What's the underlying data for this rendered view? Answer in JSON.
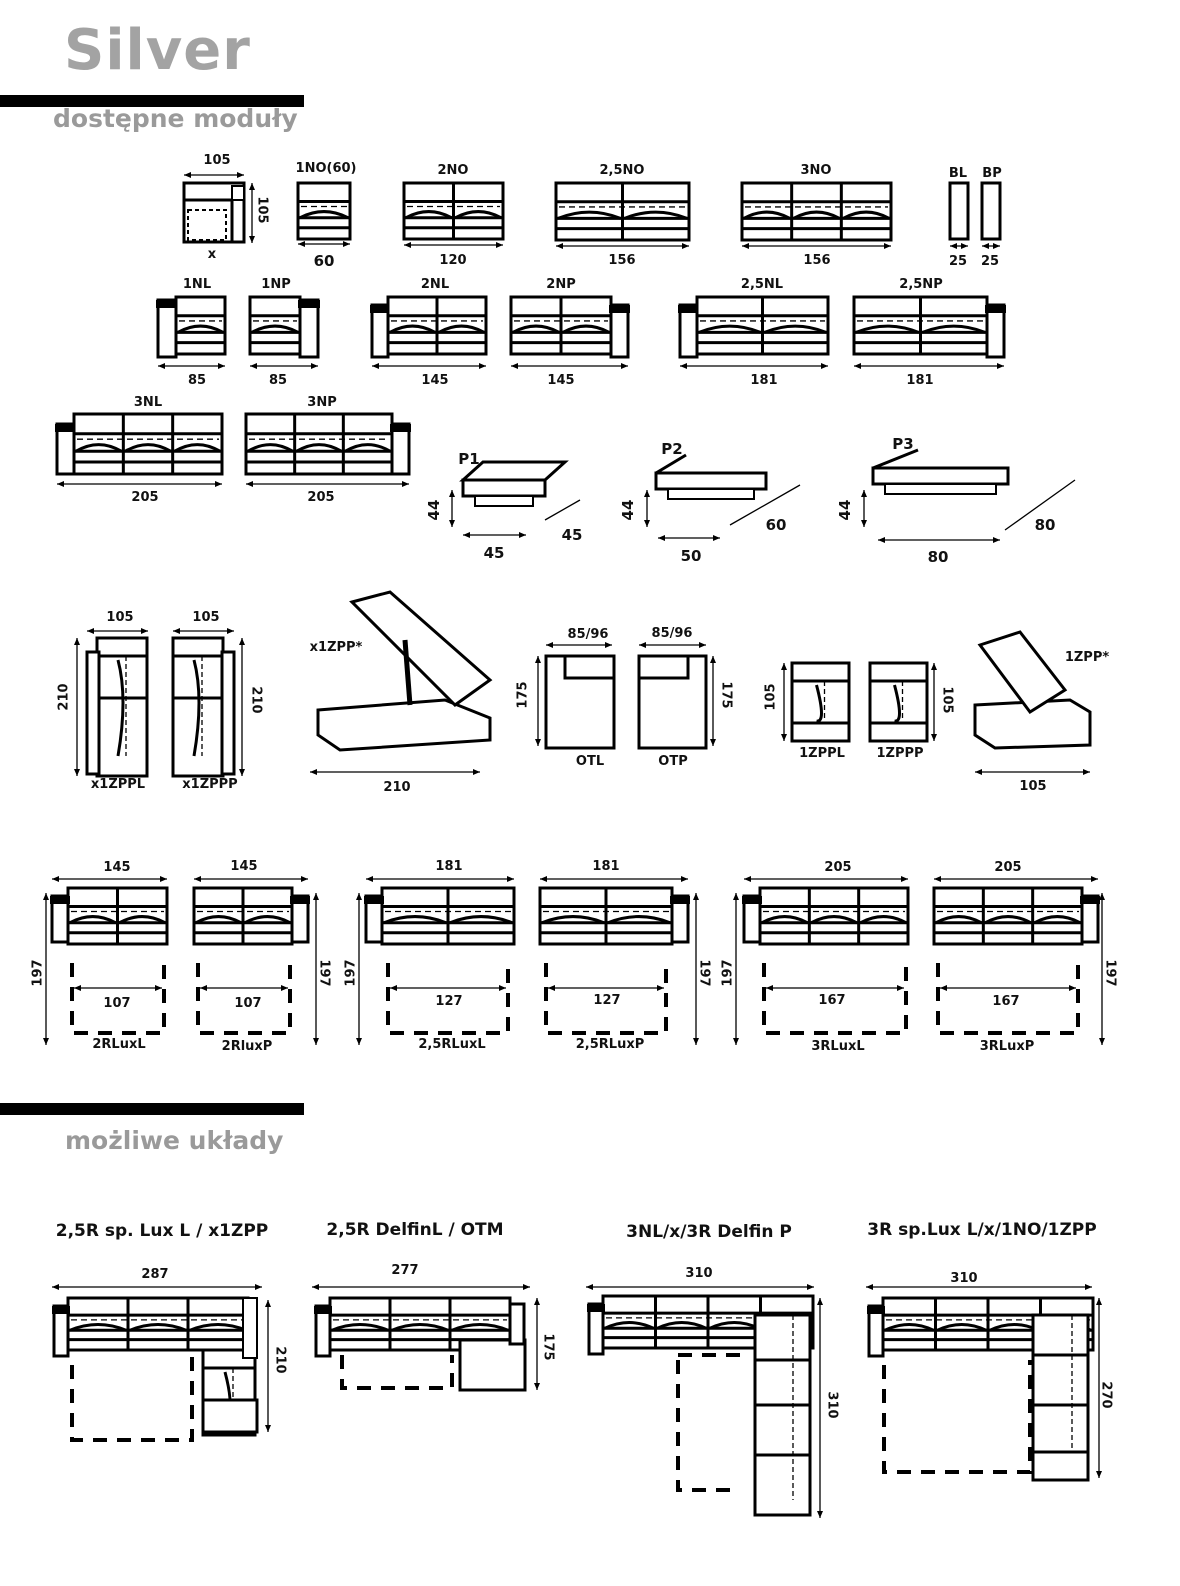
{
  "header": {
    "title": "Silver",
    "subtitle": "dostępne moduły",
    "section2": "możliwe układy"
  },
  "modules": {
    "corner": {
      "w": "105",
      "h": "105",
      "name": "x"
    },
    "n1no": {
      "name": "1NO(60)",
      "w": "60"
    },
    "n2no": {
      "name": "2NO",
      "w": "120"
    },
    "n25no": {
      "name": "2,5NO",
      "w": "156"
    },
    "n3no": {
      "name": "3NO",
      "w": "156"
    },
    "bl": {
      "name": "BL",
      "w": "25"
    },
    "bp": {
      "name": "BP",
      "w": "25"
    },
    "n1nl": {
      "name": "1NL",
      "w": "85"
    },
    "n1np": {
      "name": "1NP",
      "w": "85"
    },
    "n2nl": {
      "name": "2NL",
      "w": "145"
    },
    "n2np": {
      "name": "2NP",
      "w": "145"
    },
    "n25nl": {
      "name": "2,5NL",
      "w": "181"
    },
    "n25np": {
      "name": "2,5NP",
      "w": "181"
    },
    "n3nl": {
      "name": "3NL",
      "w": "205"
    },
    "n3np": {
      "name": "3NP",
      "w": "205"
    },
    "p1": {
      "name": "P1",
      "h": "44",
      "w": "45",
      "d": "45"
    },
    "p2": {
      "name": "P2",
      "h": "44",
      "w": "50",
      "d": "60"
    },
    "p3": {
      "name": "P3",
      "h": "44",
      "w": "80",
      "d": "80"
    },
    "x1zppl": {
      "name": "x1ZPPL",
      "w": "105",
      "h": "210"
    },
    "x1zppp": {
      "name": "x1ZPPP",
      "w": "105",
      "h": "210"
    },
    "x1zpp": {
      "name": "x1ZPP*",
      "w": "210"
    },
    "otl": {
      "name": "OTL",
      "w": "85/96",
      "h": "175"
    },
    "otp": {
      "name": "OTP",
      "w": "85/96",
      "h": "175"
    },
    "zppl": {
      "name": "1ZPPL",
      "h": "105"
    },
    "zppp": {
      "name": "1ZPPP",
      "h": "105"
    },
    "zpp": {
      "name": "1ZPP*",
      "w": "105"
    },
    "r2l": {
      "name": "2RLuxL",
      "w": "145",
      "d": "197",
      "bed": "107"
    },
    "r2p": {
      "name": "2RluxP",
      "w": "145",
      "d": "197",
      "bed": "107"
    },
    "r25l": {
      "name": "2,5RLuxL",
      "w": "181",
      "d": "197",
      "bed": "127"
    },
    "r25p": {
      "name": "2,5RLuxP",
      "w": "181",
      "d": "197",
      "bed": "127"
    },
    "r3l": {
      "name": "3RLuxL",
      "w": "205",
      "d": "197",
      "bed": "167"
    },
    "r3p": {
      "name": "3RLuxP",
      "w": "205",
      "d": "197",
      "bed": "167"
    }
  },
  "layouts": [
    {
      "name": "2,5R sp. Lux L / x1ZPP",
      "w": "287",
      "h": "210"
    },
    {
      "name": "2,5R DelfinL / OTM",
      "w": "277",
      "h": "175"
    },
    {
      "name": "3NL/x/3R Delfin P",
      "w": "310",
      "h": "310"
    },
    {
      "name": "3R sp.Lux L/x/1NO/1ZPP",
      "w": "310",
      "h": "270"
    }
  ]
}
